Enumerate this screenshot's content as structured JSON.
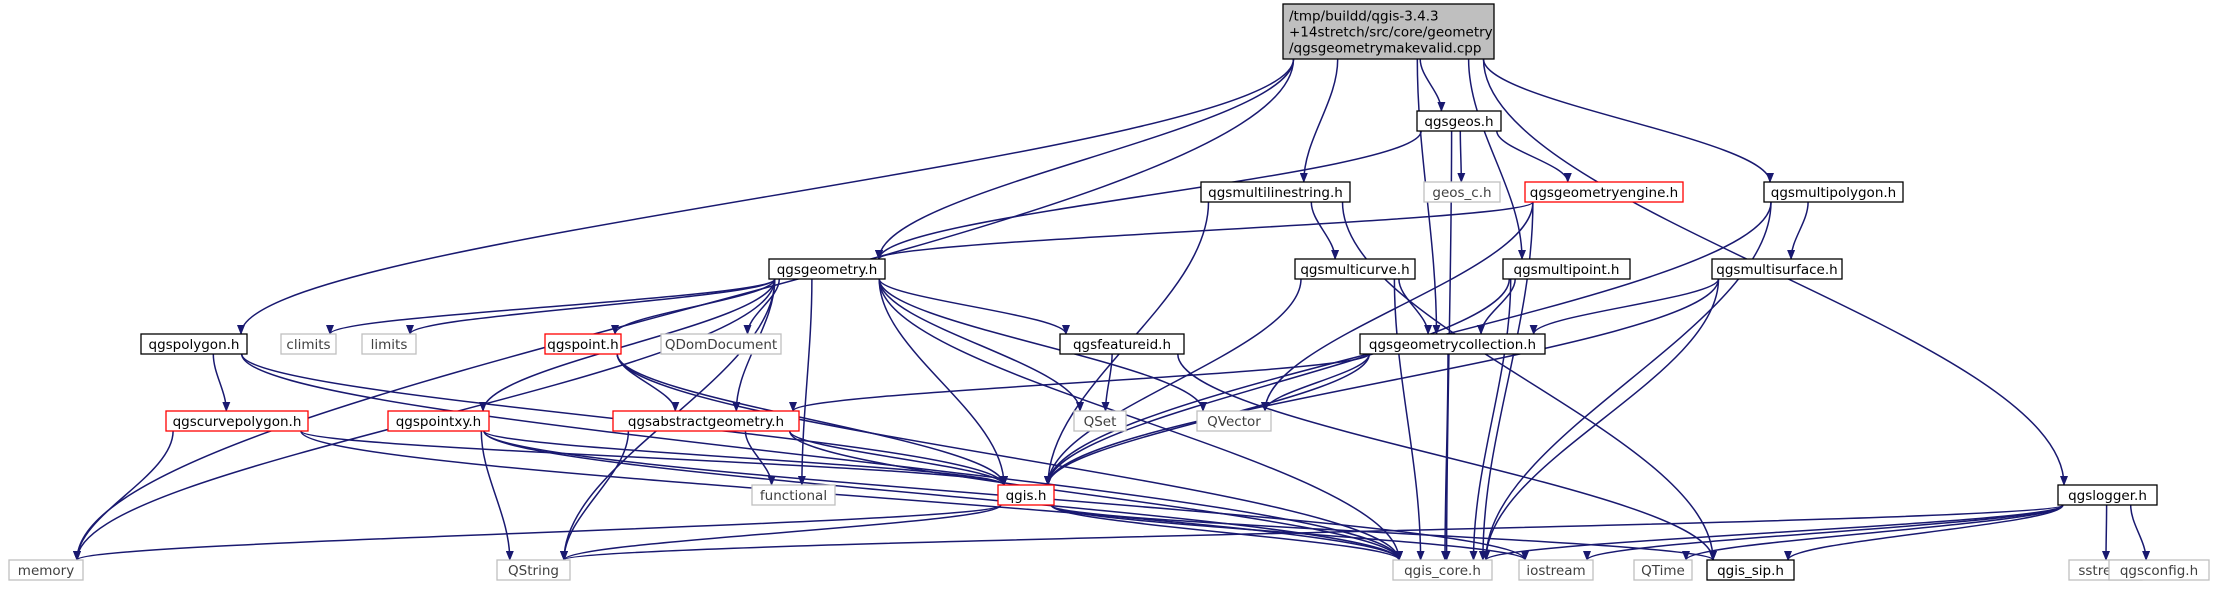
{
  "graph": {
    "colors": {
      "edge": "#191970",
      "root_fill": "#bfbfbf",
      "root_border": "#000000",
      "node_fill": "#ffffff",
      "node_border": "#000000",
      "incomplete_border": "#ff0000",
      "external_border": "#bfbfbf",
      "external_text": "#404040",
      "text": "#000000"
    },
    "nodes": [
      {
        "id": "root",
        "kind": "root",
        "lines": [
          "/tmp/buildd/qgis-3.4.3",
          "+14stretch/src/core/geometry",
          "/qgsgeometrymakevalid.cpp"
        ]
      },
      {
        "id": "qgsgeos",
        "kind": "normal",
        "lines": [
          "qgsgeos.h"
        ]
      },
      {
        "id": "qgsmultilinestring",
        "kind": "normal",
        "lines": [
          "qgsmultilinestring.h"
        ]
      },
      {
        "id": "geos_c",
        "kind": "external",
        "lines": [
          "geos_c.h"
        ]
      },
      {
        "id": "qgsgeometryengine",
        "kind": "incomplete",
        "lines": [
          "qgsgeometryengine.h"
        ]
      },
      {
        "id": "qgsmultipolygon",
        "kind": "normal",
        "lines": [
          "qgsmultipolygon.h"
        ]
      },
      {
        "id": "qgsgeometry",
        "kind": "normal",
        "lines": [
          "qgsgeometry.h"
        ]
      },
      {
        "id": "qgsmulticurve",
        "kind": "normal",
        "lines": [
          "qgsmulticurve.h"
        ]
      },
      {
        "id": "qgsmultipoint",
        "kind": "normal",
        "lines": [
          "qgsmultipoint.h"
        ]
      },
      {
        "id": "qgsmultisurface",
        "kind": "normal",
        "lines": [
          "qgsmultisurface.h"
        ]
      },
      {
        "id": "qgspolygon",
        "kind": "normal",
        "lines": [
          "qgspolygon.h"
        ]
      },
      {
        "id": "climits",
        "kind": "external",
        "lines": [
          "climits"
        ]
      },
      {
        "id": "limits",
        "kind": "external",
        "lines": [
          "limits"
        ]
      },
      {
        "id": "qgspoint",
        "kind": "incomplete",
        "lines": [
          "qgspoint.h"
        ]
      },
      {
        "id": "qdomdocument",
        "kind": "external",
        "lines": [
          "QDomDocument"
        ]
      },
      {
        "id": "qgsfeatureid",
        "kind": "normal",
        "lines": [
          "qgsfeatureid.h"
        ]
      },
      {
        "id": "qgsgeometrycollection",
        "kind": "normal",
        "lines": [
          "qgsgeometrycollection.h"
        ]
      },
      {
        "id": "qgscurvepolygon",
        "kind": "incomplete",
        "lines": [
          "qgscurvepolygon.h"
        ]
      },
      {
        "id": "qgspointxy",
        "kind": "incomplete",
        "lines": [
          "qgspointxy.h"
        ]
      },
      {
        "id": "qgsabstractgeometry",
        "kind": "incomplete",
        "lines": [
          "qgsabstractgeometry.h"
        ]
      },
      {
        "id": "qset",
        "kind": "external",
        "lines": [
          "QSet"
        ]
      },
      {
        "id": "qvector",
        "kind": "external",
        "lines": [
          "QVector"
        ]
      },
      {
        "id": "functional",
        "kind": "external",
        "lines": [
          "functional"
        ]
      },
      {
        "id": "qgis",
        "kind": "incomplete",
        "lines": [
          "qgis.h"
        ]
      },
      {
        "id": "qgslogger",
        "kind": "normal",
        "lines": [
          "qgslogger.h"
        ]
      },
      {
        "id": "memory",
        "kind": "external",
        "lines": [
          "memory"
        ]
      },
      {
        "id": "qstring",
        "kind": "external",
        "lines": [
          "QString"
        ]
      },
      {
        "id": "qgis_core",
        "kind": "external",
        "lines": [
          "qgis_core.h"
        ]
      },
      {
        "id": "iostream",
        "kind": "external",
        "lines": [
          "iostream"
        ]
      },
      {
        "id": "qtime",
        "kind": "external",
        "lines": [
          "QTime"
        ]
      },
      {
        "id": "qgis_sip",
        "kind": "normal",
        "lines": [
          "qgis_sip.h"
        ]
      },
      {
        "id": "sstream",
        "kind": "external",
        "lines": [
          "sstream"
        ]
      },
      {
        "id": "qgsconfig",
        "kind": "external",
        "lines": [
          "qgsconfig.h"
        ]
      }
    ],
    "edges": [
      [
        "root",
        "memory"
      ],
      [
        "root",
        "qgspolygon"
      ],
      [
        "root",
        "qgsgeometry"
      ],
      [
        "root",
        "qgsmultilinestring"
      ],
      [
        "root",
        "qgsgeos"
      ],
      [
        "root",
        "qgsgeometrycollection"
      ],
      [
        "root",
        "qgsmultipoint"
      ],
      [
        "root",
        "qgsmultipolygon"
      ],
      [
        "root",
        "qgslogger"
      ],
      [
        "qgsgeos",
        "qgsgeometry"
      ],
      [
        "qgsgeos",
        "geos_c"
      ],
      [
        "qgsgeos",
        "qgsgeometryengine"
      ],
      [
        "qgsgeos",
        "qgis_core"
      ],
      [
        "qgsmultilinestring",
        "qgis"
      ],
      [
        "qgsmultilinestring",
        "qgsmulticurve"
      ],
      [
        "qgsmultilinestring",
        "qgis_sip"
      ],
      [
        "qgsgeometryengine",
        "qgsgeometry"
      ],
      [
        "qgsgeometryengine",
        "qvector"
      ],
      [
        "qgsgeometryengine",
        "qgis_core"
      ],
      [
        "qgsmultipolygon",
        "qgis"
      ],
      [
        "qgsmultipolygon",
        "qgsmultisurface"
      ],
      [
        "qgsmultipolygon",
        "qgis_core"
      ],
      [
        "qgsgeometry",
        "memory"
      ],
      [
        "qgsgeometry",
        "qstring"
      ],
      [
        "qgsgeometry",
        "climits"
      ],
      [
        "qgsgeometry",
        "limits"
      ],
      [
        "qgsgeometry",
        "qgspointxy"
      ],
      [
        "qgsgeometry",
        "qgsabstractgeometry"
      ],
      [
        "qgsgeometry",
        "qgspoint"
      ],
      [
        "qgsgeometry",
        "qdomdocument"
      ],
      [
        "qgsgeometry",
        "functional"
      ],
      [
        "qgsgeometry",
        "qset"
      ],
      [
        "qgsgeometry",
        "qgsfeatureid"
      ],
      [
        "qgsgeometry",
        "qvector"
      ],
      [
        "qgsgeometry",
        "qgis"
      ],
      [
        "qgsgeometry",
        "qgis_core"
      ],
      [
        "qgsmulticurve",
        "qgsgeometrycollection"
      ],
      [
        "qgsmulticurve",
        "qgis"
      ],
      [
        "qgsmulticurve",
        "qgis_core"
      ],
      [
        "qgsmultipoint",
        "qgsgeometrycollection"
      ],
      [
        "qgsmultipoint",
        "qgis"
      ],
      [
        "qgsmultipoint",
        "qgis_core"
      ],
      [
        "qgsmultisurface",
        "qgsgeometrycollection"
      ],
      [
        "qgsmultisurface",
        "qgis"
      ],
      [
        "qgsmultisurface",
        "qgis_core"
      ],
      [
        "qgspolygon",
        "qgscurvepolygon"
      ],
      [
        "qgspolygon",
        "qgis"
      ],
      [
        "qgspolygon",
        "qgis_core"
      ],
      [
        "qgspoint",
        "qgsabstractgeometry"
      ],
      [
        "qgspoint",
        "qgis"
      ],
      [
        "qgspoint",
        "qgis_core"
      ],
      [
        "qgsfeatureid",
        "qset"
      ],
      [
        "qgsfeatureid",
        "qgis_sip"
      ],
      [
        "qgsgeometrycollection",
        "qgsabstractgeometry"
      ],
      [
        "qgsgeometrycollection",
        "qvector"
      ],
      [
        "qgsgeometrycollection",
        "qgis"
      ],
      [
        "qgsgeometrycollection",
        "qgis_core"
      ],
      [
        "qgscurvepolygon",
        "memory"
      ],
      [
        "qgscurvepolygon",
        "qgis"
      ],
      [
        "qgscurvepolygon",
        "qgis_core"
      ],
      [
        "qgspointxy",
        "qstring"
      ],
      [
        "qgspointxy",
        "qgis"
      ],
      [
        "qgspointxy",
        "qgis_core"
      ],
      [
        "qgspointxy",
        "iostream"
      ],
      [
        "qgsabstractgeometry",
        "qstring"
      ],
      [
        "qgsabstractgeometry",
        "functional"
      ],
      [
        "qgsabstractgeometry",
        "qgis"
      ],
      [
        "qgsabstractgeometry",
        "qgis_core"
      ],
      [
        "qgis",
        "memory"
      ],
      [
        "qgis",
        "qstring"
      ],
      [
        "qgis",
        "qgis_core"
      ],
      [
        "qgis",
        "iostream"
      ],
      [
        "qgis",
        "qgis_sip"
      ],
      [
        "qgslogger",
        "qstring"
      ],
      [
        "qgslogger",
        "qgis_core"
      ],
      [
        "qgslogger",
        "iostream"
      ],
      [
        "qgslogger",
        "qtime"
      ],
      [
        "qgslogger",
        "qgis_sip"
      ],
      [
        "qgslogger",
        "sstream"
      ],
      [
        "qgslogger",
        "qgsconfig"
      ]
    ]
  }
}
